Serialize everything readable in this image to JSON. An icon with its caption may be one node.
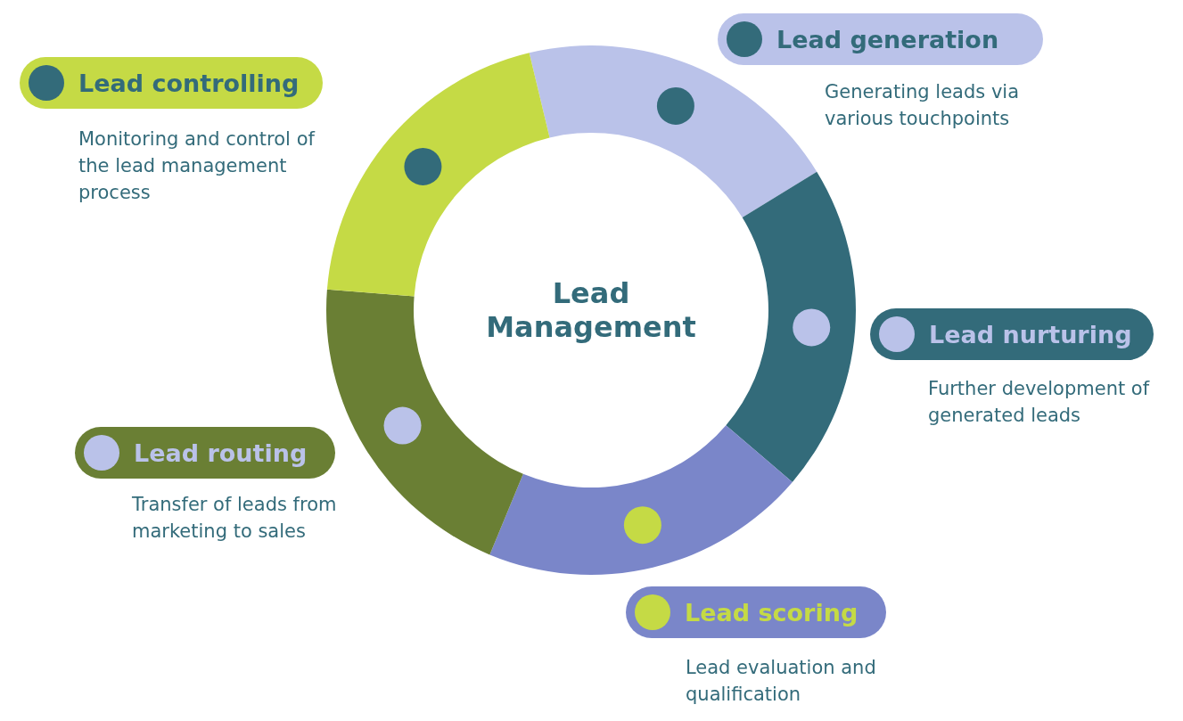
{
  "diagram": {
    "nodes": [
      {
        "text": [
          "Lead Management"
        ]
      },
      {
        "text": [
          "Lead generation"
        ],
        "beside": [
          "Generating leads via various touchpoints"
        ]
      },
      {
        "text": [
          "Lead nurturing"
        ],
        "beside": [
          "Further development of generated leads"
        ]
      },
      {
        "text": [
          "Lead scoring"
        ],
        "beside": [
          "Lead evaluation and qualification"
        ]
      },
      {
        "text": [
          "Lead routing"
        ],
        "beside": [
          "Transfer of leads from marketing to sales"
        ]
      },
      {
        "text": [
          "Lead controlling"
        ],
        "beside": [
          "Monitoring and control of the lead management process"
        ]
      }
    ]
  }
}
